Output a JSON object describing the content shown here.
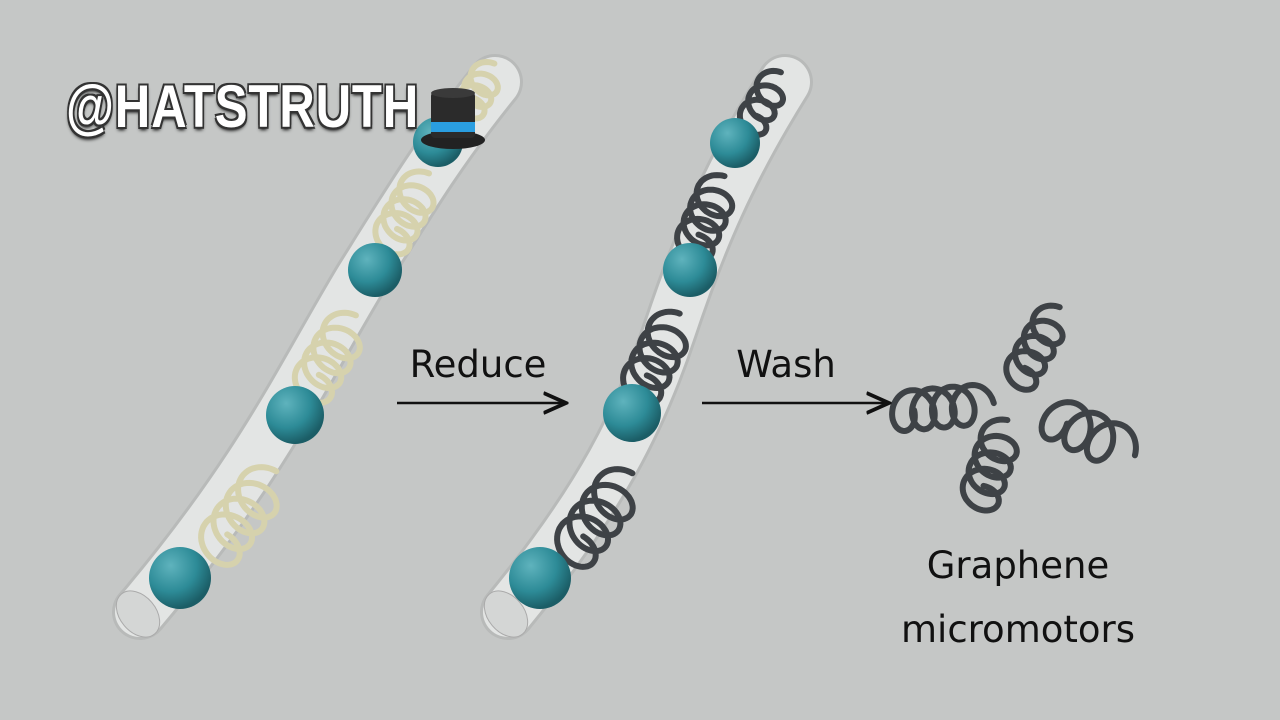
{
  "watermark": {
    "text": "@HATSTRUTH",
    "icon": "top-hat-icon"
  },
  "steps": {
    "reduce": "Reduce",
    "wash": "Wash"
  },
  "result": {
    "line1": "Graphene",
    "line2": "micromotors"
  },
  "colors": {
    "background": "#c5c7c6",
    "tube": "#e3e5e4",
    "sphere": "#2d8b97",
    "coil_before": "#d6d2ad",
    "coil_after": "#3e4246"
  }
}
